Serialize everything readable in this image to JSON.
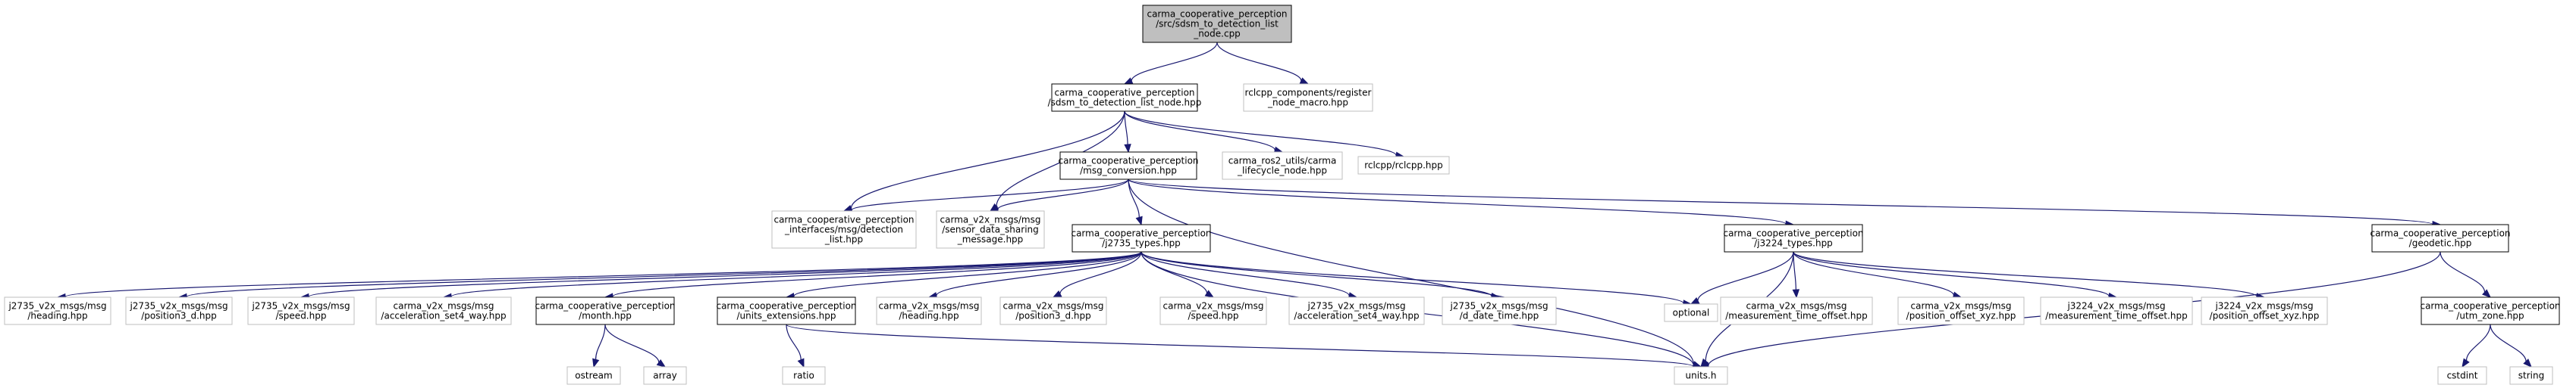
{
  "colors": {
    "edge": "#191970",
    "main_fill": "#bfbfbf",
    "doc_border": "#000000",
    "ext_border": "#bfbfbf",
    "background": "#ffffff"
  },
  "nodes": [
    {
      "id": "root",
      "kind": "main",
      "lines": [
        "carma_cooperative_perception",
        "/src/sdsm_to_detection_list",
        "_node.cpp"
      ]
    },
    {
      "id": "sdsm_hpp",
      "kind": "doc",
      "lines": [
        "carma_cooperative_perception",
        "/sdsm_to_detection_list_node.hpp"
      ]
    },
    {
      "id": "rclcpp_reg",
      "kind": "ext",
      "lines": [
        "rclcpp_components/register",
        "_node_macro.hpp"
      ]
    },
    {
      "id": "msg_conv",
      "kind": "doc",
      "lines": [
        "carma_cooperative_perception",
        "/msg_conversion.hpp"
      ]
    },
    {
      "id": "lifecycle",
      "kind": "ext",
      "lines": [
        "carma_ros2_utils/carma",
        "_lifecycle_node.hpp"
      ]
    },
    {
      "id": "rclcpp",
      "kind": "ext",
      "lines": [
        "rclcpp/rclcpp.hpp"
      ]
    },
    {
      "id": "det_list",
      "kind": "ext",
      "lines": [
        "carma_cooperative_perception",
        "_interfaces/msg/detection",
        "_list.hpp"
      ]
    },
    {
      "id": "sdsm_msg",
      "kind": "ext",
      "lines": [
        "carma_v2x_msgs/msg",
        "/sensor_data_sharing",
        "_message.hpp"
      ]
    },
    {
      "id": "j2735_types",
      "kind": "doc",
      "lines": [
        "carma_cooperative_perception",
        "/j2735_types.hpp"
      ]
    },
    {
      "id": "j3224_types",
      "kind": "doc",
      "lines": [
        "carma_cooperative_perception",
        "/j3224_types.hpp"
      ]
    },
    {
      "id": "geodetic",
      "kind": "doc",
      "lines": [
        "carma_cooperative_perception",
        "/geodetic.hpp"
      ]
    },
    {
      "id": "j2735_heading",
      "kind": "ext",
      "lines": [
        "j2735_v2x_msgs/msg",
        "/heading.hpp"
      ]
    },
    {
      "id": "j2735_pos3d",
      "kind": "ext",
      "lines": [
        "j2735_v2x_msgs/msg",
        "/position3_d.hpp"
      ]
    },
    {
      "id": "j2735_speed",
      "kind": "ext",
      "lines": [
        "j2735_v2x_msgs/msg",
        "/speed.hpp"
      ]
    },
    {
      "id": "carma_accel",
      "kind": "ext",
      "lines": [
        "carma_v2x_msgs/msg",
        "/acceleration_set4_way.hpp"
      ]
    },
    {
      "id": "month",
      "kind": "doc",
      "lines": [
        "carma_cooperative_perception",
        "/month.hpp"
      ]
    },
    {
      "id": "units_ext",
      "kind": "doc",
      "lines": [
        "carma_cooperative_perception",
        "/units_extensions.hpp"
      ]
    },
    {
      "id": "carma_heading",
      "kind": "ext",
      "lines": [
        "carma_v2x_msgs/msg",
        "/heading.hpp"
      ]
    },
    {
      "id": "carma_pos3d",
      "kind": "ext",
      "lines": [
        "carma_v2x_msgs/msg",
        "/position3_d.hpp"
      ]
    },
    {
      "id": "carma_speed",
      "kind": "ext",
      "lines": [
        "carma_v2x_msgs/msg",
        "/speed.hpp"
      ]
    },
    {
      "id": "j2735_accel",
      "kind": "ext",
      "lines": [
        "j2735_v2x_msgs/msg",
        "/acceleration_set4_way.hpp"
      ]
    },
    {
      "id": "j2735_ddt",
      "kind": "ext",
      "lines": [
        "j2735_v2x_msgs/msg",
        "/d_date_time.hpp"
      ]
    },
    {
      "id": "optional",
      "kind": "ext",
      "lines": [
        "optional"
      ]
    },
    {
      "id": "carma_meas",
      "kind": "ext",
      "lines": [
        "carma_v2x_msgs/msg",
        "/measurement_time_offset.hpp"
      ]
    },
    {
      "id": "carma_posoff",
      "kind": "ext",
      "lines": [
        "carma_v2x_msgs/msg",
        "/position_offset_xyz.hpp"
      ]
    },
    {
      "id": "j3224_meas",
      "kind": "ext",
      "lines": [
        "j3224_v2x_msgs/msg",
        "/measurement_time_offset.hpp"
      ]
    },
    {
      "id": "j3224_posoff",
      "kind": "ext",
      "lines": [
        "j3224_v2x_msgs/msg",
        "/position_offset_xyz.hpp"
      ]
    },
    {
      "id": "utm_zone",
      "kind": "doc",
      "lines": [
        "carma_cooperative_perception",
        "/utm_zone.hpp"
      ]
    },
    {
      "id": "ostream",
      "kind": "ext",
      "lines": [
        "ostream"
      ]
    },
    {
      "id": "array",
      "kind": "ext",
      "lines": [
        "array"
      ]
    },
    {
      "id": "ratio",
      "kind": "ext",
      "lines": [
        "ratio"
      ]
    },
    {
      "id": "units",
      "kind": "ext",
      "lines": [
        "units.h"
      ]
    },
    {
      "id": "cstdint",
      "kind": "ext",
      "lines": [
        "cstdint"
      ]
    },
    {
      "id": "string",
      "kind": "ext",
      "lines": [
        "string"
      ]
    }
  ],
  "edges": [
    [
      "root",
      "sdsm_hpp"
    ],
    [
      "root",
      "rclcpp_reg"
    ],
    [
      "sdsm_hpp",
      "msg_conv"
    ],
    [
      "sdsm_hpp",
      "lifecycle"
    ],
    [
      "sdsm_hpp",
      "rclcpp"
    ],
    [
      "sdsm_hpp",
      "det_list"
    ],
    [
      "sdsm_hpp",
      "sdsm_msg"
    ],
    [
      "msg_conv",
      "det_list"
    ],
    [
      "msg_conv",
      "sdsm_msg"
    ],
    [
      "msg_conv",
      "j2735_types"
    ],
    [
      "msg_conv",
      "j3224_types"
    ],
    [
      "msg_conv",
      "geodetic"
    ],
    [
      "msg_conv",
      "units"
    ],
    [
      "j2735_types",
      "j2735_heading"
    ],
    [
      "j2735_types",
      "j2735_pos3d"
    ],
    [
      "j2735_types",
      "j2735_speed"
    ],
    [
      "j2735_types",
      "carma_accel"
    ],
    [
      "j2735_types",
      "month"
    ],
    [
      "j2735_types",
      "units_ext"
    ],
    [
      "j2735_types",
      "carma_heading"
    ],
    [
      "j2735_types",
      "carma_pos3d"
    ],
    [
      "j2735_types",
      "carma_speed"
    ],
    [
      "j2735_types",
      "j2735_accel"
    ],
    [
      "j2735_types",
      "j2735_ddt"
    ],
    [
      "j2735_types",
      "optional"
    ],
    [
      "j2735_types",
      "units"
    ],
    [
      "j3224_types",
      "optional"
    ],
    [
      "j3224_types",
      "carma_meas"
    ],
    [
      "j3224_types",
      "carma_posoff"
    ],
    [
      "j3224_types",
      "j3224_meas"
    ],
    [
      "j3224_types",
      "j3224_posoff"
    ],
    [
      "j3224_types",
      "units"
    ],
    [
      "month",
      "ostream"
    ],
    [
      "month",
      "array"
    ],
    [
      "units_ext",
      "ratio"
    ],
    [
      "units_ext",
      "units"
    ],
    [
      "geodetic",
      "utm_zone"
    ],
    [
      "geodetic",
      "units"
    ],
    [
      "utm_zone",
      "cstdint"
    ],
    [
      "utm_zone",
      "string"
    ]
  ]
}
